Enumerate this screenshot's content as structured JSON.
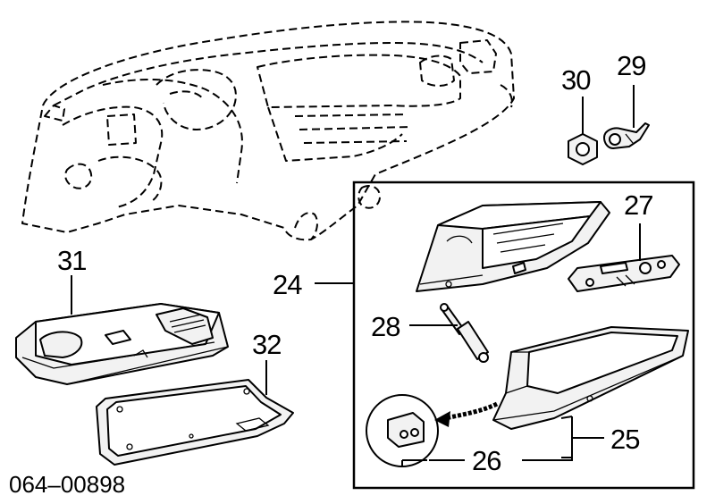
{
  "callouts": {
    "c24": "24",
    "c25": "25",
    "c26": "26",
    "c27": "27",
    "c28": "28",
    "c29": "29",
    "c30": "30",
    "c31": "31",
    "c32": "32"
  },
  "diagram_code": "064–00898"
}
